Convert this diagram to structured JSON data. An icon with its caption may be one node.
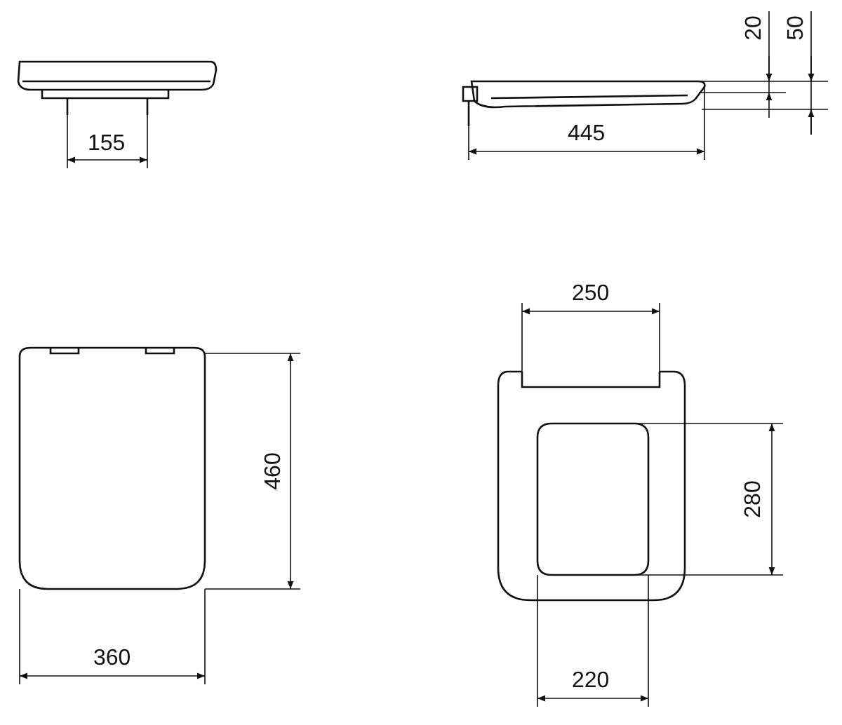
{
  "diagram": {
    "labels": [
      "20",
      "50",
      "155",
      "445",
      "250",
      "460",
      "280",
      "360",
      "220"
    ]
  }
}
